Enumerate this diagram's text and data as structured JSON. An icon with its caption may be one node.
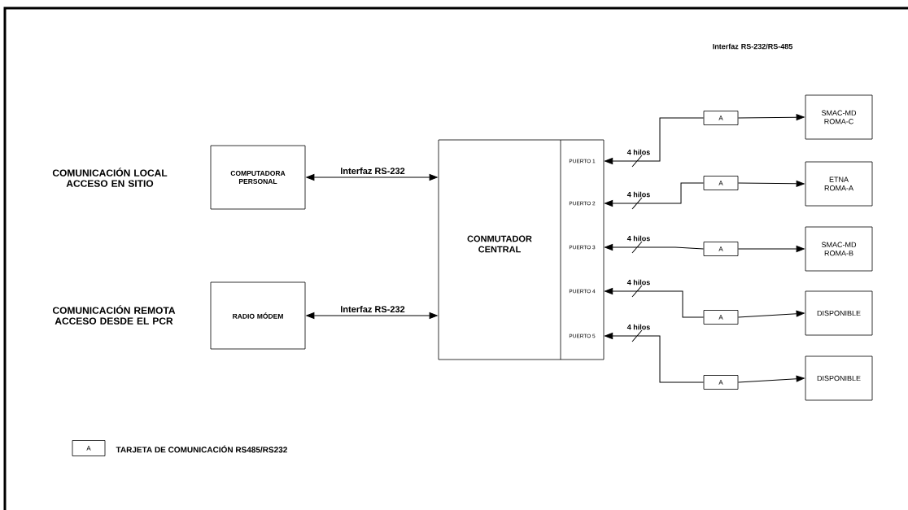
{
  "diagram": {
    "nodes": [
      {
        "text": [
          "COMPUTADORA PERSONAL"
        ]
      },
      {
        "text": [
          "RADIO MÓDEM"
        ]
      },
      {
        "text": [
          "CONMUTADOR CENTRAL"
        ]
      },
      {
        "text": [
          "PUERTO 1"
        ],
        "in": 2
      },
      {
        "text": [
          "PUERTO 2"
        ],
        "in": 2
      },
      {
        "text": [
          "PUERTO 3"
        ],
        "in": 2
      },
      {
        "text": [
          "PUERTO 4"
        ],
        "in": 2
      },
      {
        "text": [
          "PUERTO 5"
        ],
        "in": 2
      },
      {
        "text": [
          "A"
        ]
      },
      {
        "text": [
          "A"
        ]
      },
      {
        "text": [
          "A"
        ]
      },
      {
        "text": [
          "A"
        ]
      },
      {
        "text": [
          "A"
        ]
      },
      {
        "text": [
          "SMAC-MD ROMA-C"
        ]
      },
      {
        "text": [
          "ETNA ROMA-A"
        ]
      },
      {
        "text": [
          "SMAC-MD ROMA-B"
        ]
      },
      {
        "text": [
          "DISPONIBLE"
        ]
      },
      {
        "text": [
          "DISPONIBLE"
        ]
      },
      {
        "text": [
          "A"
        ],
        "beside": [
          "TARJETA DE COMUNICACIÓN RS485/RS232"
        ]
      }
    ],
    "edges": [
      {
        "from": 0,
        "to": 2,
        "arrow": "both",
        "label": "Interfaz RS-232"
      },
      {
        "from": 1,
        "to": 2,
        "arrow": "both",
        "label": "Interfaz RS-232"
      },
      {
        "from": 8,
        "to": 3,
        "arrow": "to",
        "label": "4 hilos"
      },
      {
        "from": 9,
        "to": 4,
        "arrow": "to",
        "label": "4 hilos"
      },
      {
        "from": 10,
        "to": 5,
        "arrow": "to",
        "label": "4 hilos"
      },
      {
        "from": 11,
        "to": 6,
        "arrow": "to",
        "label": "4 hilos"
      },
      {
        "from": 12,
        "to": 7,
        "arrow": "to",
        "label": "4 hilos"
      },
      {
        "from": 8,
        "to": 13,
        "arrow": "to"
      },
      {
        "from": 9,
        "to": 14,
        "arrow": "to"
      },
      {
        "from": 10,
        "to": 15,
        "arrow": "to"
      },
      {
        "from": 11,
        "to": 16,
        "arrow": "to"
      },
      {
        "from": 12,
        "to": 17,
        "arrow": "to"
      }
    ],
    "labels": [
      "Interfaz RS-232/RS-485",
      "COMUNICACIÓN LOCAL ACCESO EN SITIO",
      "COMUNICACIÓN REMOTA ACCESO DESDE EL PCR"
    ]
  }
}
